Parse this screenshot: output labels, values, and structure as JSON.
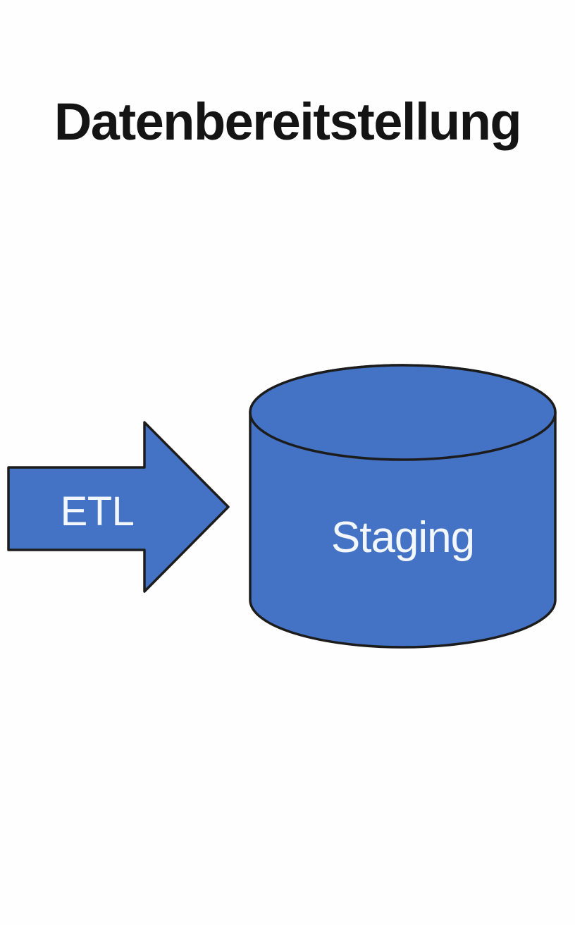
{
  "title": "Datenbereitstellung",
  "diagram": {
    "arrow_label": "ETL",
    "cylinder_label": "Staging"
  },
  "colors": {
    "shape_fill": "#4472c4",
    "shape_outline": "#1c1c1c",
    "shape_label_text": "#f2f7fd",
    "title_text": "#141414",
    "background": "#fefefe"
  }
}
